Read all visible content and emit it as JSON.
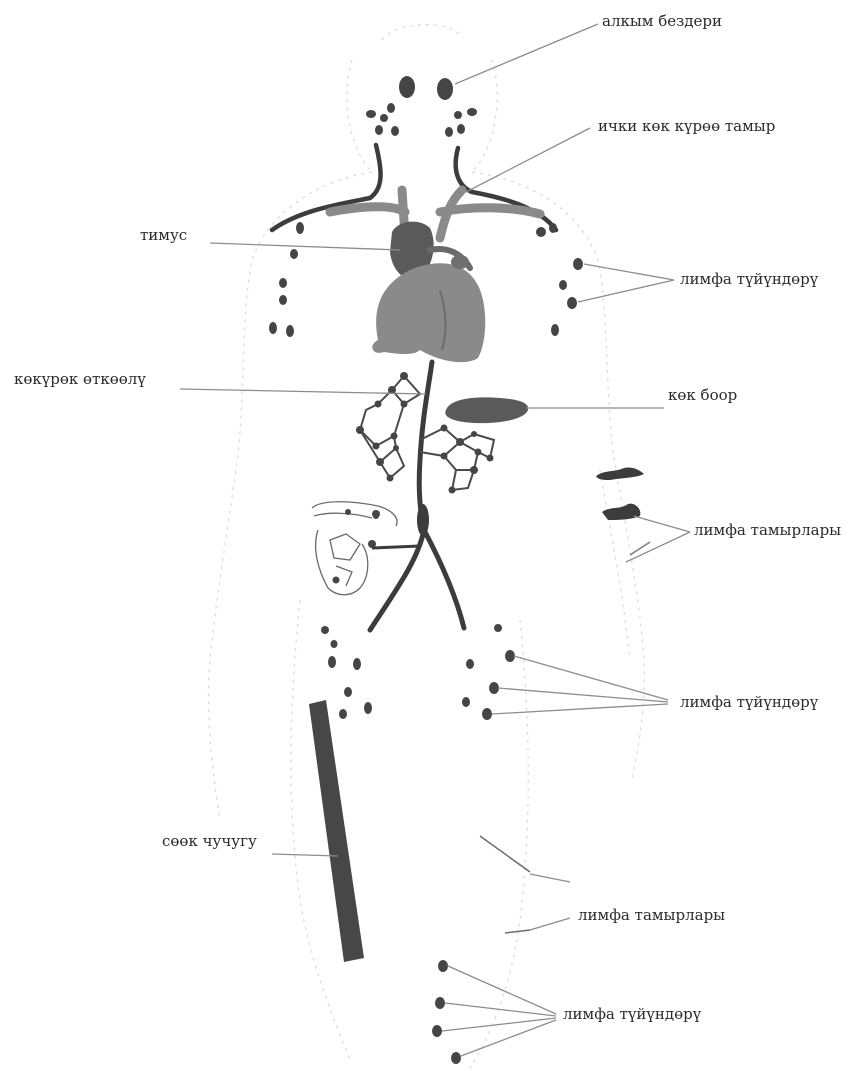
{
  "labels": {
    "tonsils": "алкым бездери",
    "jugular_vein": "ички көк күрөө тамыр",
    "thymus": "тимус",
    "lymph_nodes_upper": "лимфа түйүндөрү",
    "thoracic_duct": "көкүрөк өткөөлү",
    "spleen": "көк боор",
    "lymph_vessels_upper": "лимфа тамырлары",
    "lymph_nodes_middle": "лимфа түйүндөрү",
    "bone_marrow": "сөөк чучугу",
    "lymph_vessels_lower": "лимфа тамырлары",
    "lymph_nodes_lower": "лимфа түйүндөрү"
  },
  "colors": {
    "organ": "#8a8a8a",
    "organ_dark": "#5a5a5a",
    "vessel": "#3c3c3c",
    "node": "#454545",
    "outline": "#d4d4d4",
    "leader": "#8c8c8c",
    "marrow": "#474747"
  }
}
